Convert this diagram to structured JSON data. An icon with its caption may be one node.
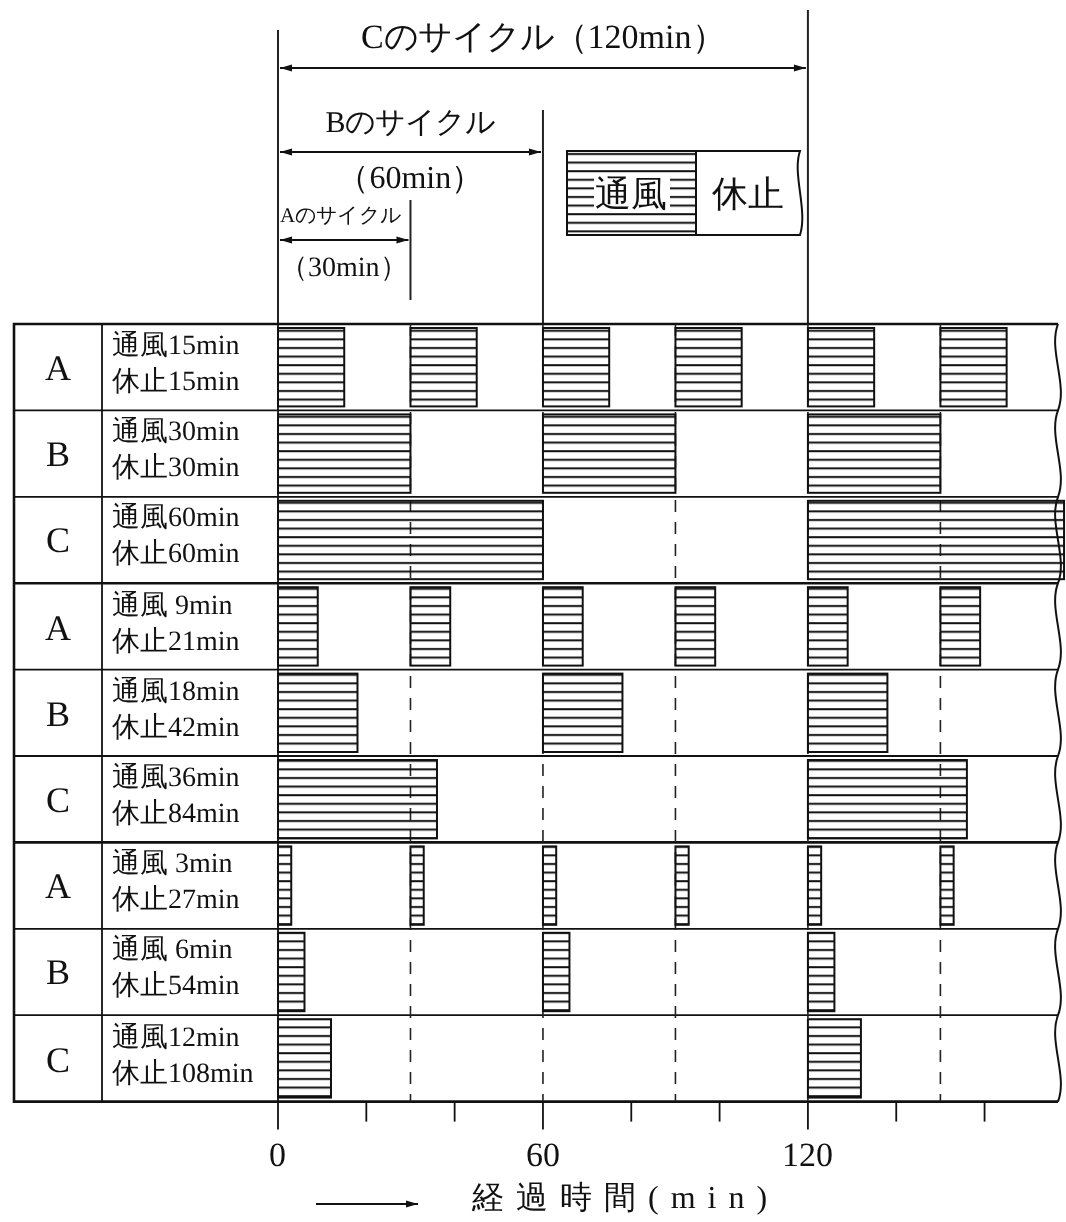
{
  "diagram": {
    "labels": [
      "Cのサイクル（120min）",
      "Bのサイクル",
      "（60min）",
      "Aのサイクル",
      "（30min）",
      "A",
      "通風15min",
      "休止15min",
      "B",
      "通風30min",
      "休止30min",
      "C",
      "通風60min",
      "休止60min",
      "A",
      "通風 9min",
      "休止21min",
      "B",
      "通風18min",
      "休止42min",
      "C",
      "通風36min",
      "休止84min",
      "A",
      "通風 3min",
      "休止27min",
      "B",
      "通風 6min",
      "休止54min",
      "C",
      "通風12min",
      "休止108min",
      "0",
      "60",
      "120",
      "経過時間(min)"
    ],
    "legend": [
      {
        "text": "通風"
      },
      {
        "text": "休止"
      }
    ]
  }
}
